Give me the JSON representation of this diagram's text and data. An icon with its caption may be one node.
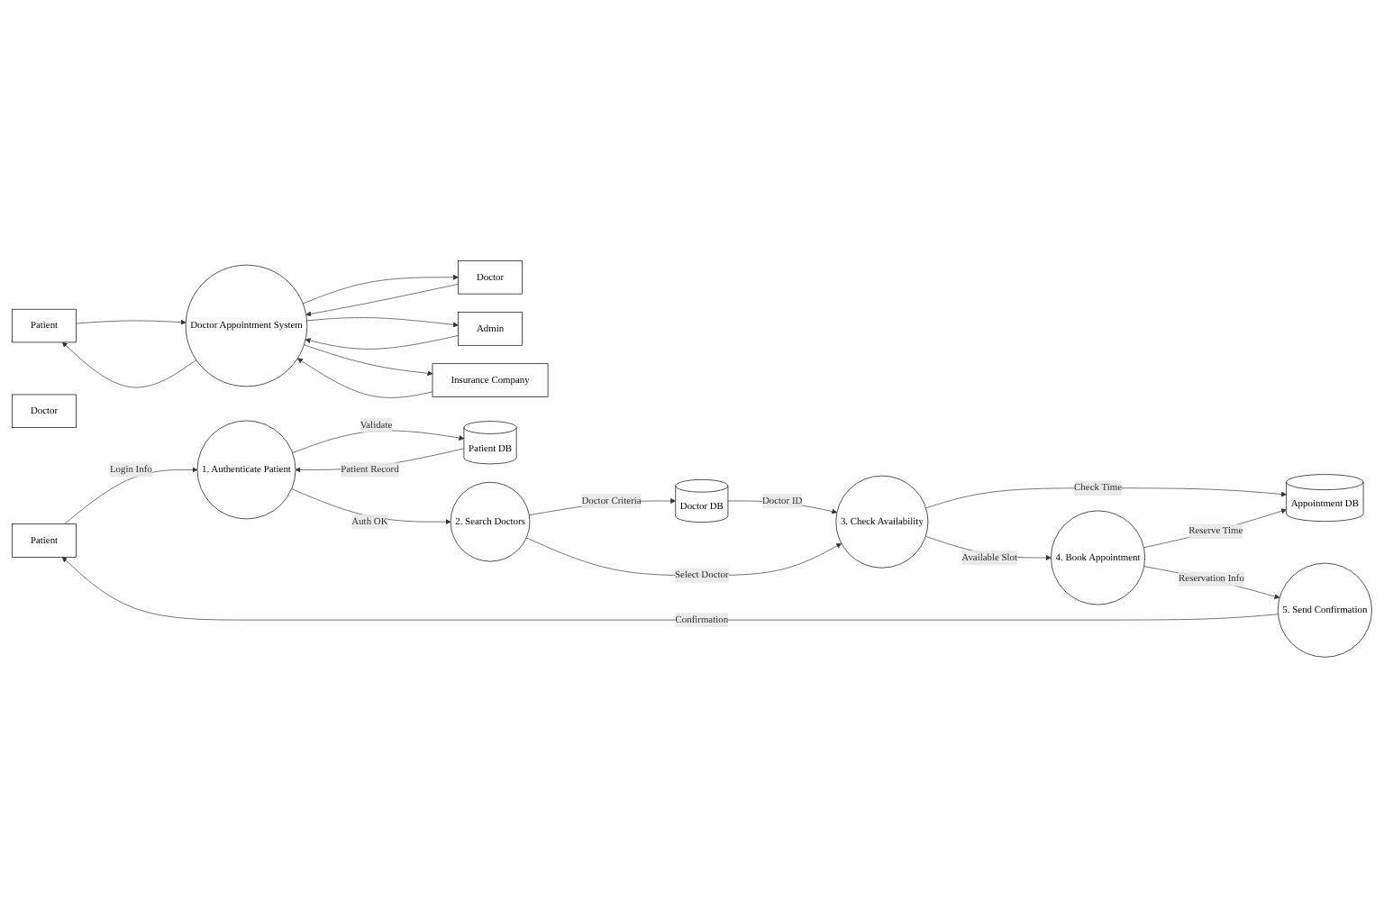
{
  "diagram": {
    "nodes": [
      {
        "text": [
          "Patient"
        ]
      },
      {
        "text": [
          "Doctor Appointment System"
        ]
      },
      {
        "text": [
          "Doctor"
        ]
      },
      {
        "text": [
          "Admin"
        ]
      },
      {
        "text": [
          "Insurance Company"
        ]
      },
      {
        "text": [
          "Doctor"
        ]
      },
      {
        "text": [
          "Patient"
        ]
      },
      {
        "text": [
          "1. Authenticate Patient"
        ]
      },
      {
        "text": [
          "Patient DB"
        ]
      },
      {
        "text": [
          "2. Search Doctors"
        ]
      },
      {
        "text": [
          "Doctor DB"
        ]
      },
      {
        "text": [
          "3. Check Availability"
        ]
      },
      {
        "text": [
          "Appointment DB"
        ]
      },
      {
        "text": [
          "4. Book Appointment"
        ]
      },
      {
        "text": [
          "5. Send Confirmation"
        ]
      }
    ],
    "edges": [
      {
        "from": 1,
        "to": 0,
        "arrow": "to"
      },
      {
        "from": 0,
        "to": 1,
        "arrow": "to"
      },
      {
        "from": 2,
        "to": 1,
        "arrow": "to"
      },
      {
        "from": 1,
        "to": 2,
        "arrow": "to"
      },
      {
        "from": 3,
        "to": 1,
        "arrow": "to"
      },
      {
        "from": 1,
        "to": 3,
        "arrow": "to"
      },
      {
        "from": 4,
        "to": 1,
        "arrow": "to"
      },
      {
        "from": 1,
        "to": 4,
        "arrow": "to"
      },
      {
        "from": 6,
        "to": 7,
        "arrow": "to",
        "label": "Login Info"
      },
      {
        "from": 8,
        "to": 7,
        "arrow": "to",
        "label": "Patient Record"
      },
      {
        "from": 7,
        "to": 8,
        "arrow": "to",
        "label": "Validate"
      },
      {
        "from": 7,
        "to": 9,
        "arrow": "to",
        "label": "Auth OK"
      },
      {
        "from": 9,
        "to": 10,
        "arrow": "to",
        "label": "Doctor Criteria"
      },
      {
        "from": 10,
        "to": 11,
        "arrow": "to",
        "label": "Doctor ID"
      },
      {
        "from": 9,
        "to": 11,
        "arrow": "to",
        "label": "Select Doctor"
      },
      {
        "from": 11,
        "to": 12,
        "arrow": "to",
        "label": "Check Time"
      },
      {
        "from": 11,
        "to": 13,
        "arrow": "to",
        "label": "Available Slot"
      },
      {
        "from": 13,
        "to": 12,
        "arrow": "to",
        "label": "Reserve Time"
      },
      {
        "from": 13,
        "to": 14,
        "arrow": "to",
        "label": "Reservation Info"
      },
      {
        "from": 14,
        "to": 6,
        "arrow": "to",
        "label": "Confirmation"
      }
    ]
  }
}
